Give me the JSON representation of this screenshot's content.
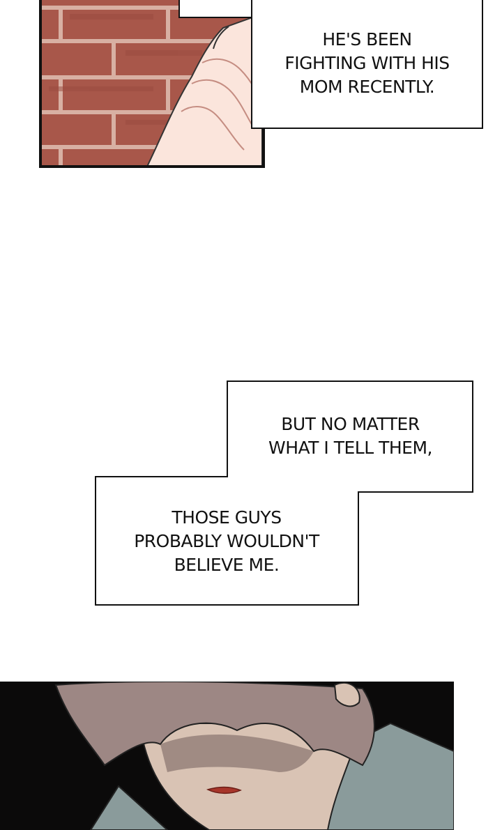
{
  "captions": {
    "c1": "HE'S BEEN\nFIGHTING WITH HIS\nMOM RECENTLY.",
    "c2": "BUT NO MATTER\nWHAT I TELL THEM,",
    "c3": "THOSE GUYS\nPROBABLY WOULDN'T\nBELIEVE ME."
  },
  "colors": {
    "brick": "#a8574a",
    "mortar": "#d9b4a6",
    "skin": "#fbe5dc",
    "hair": "#9d8784",
    "shirt": "#8a9b9b",
    "panel_dark": "#0b0a0a",
    "border": "#111111"
  },
  "icons": {
    "top_panel": "brick-wall-hand-illustration",
    "bottom_panel": "character-face-illustration"
  }
}
